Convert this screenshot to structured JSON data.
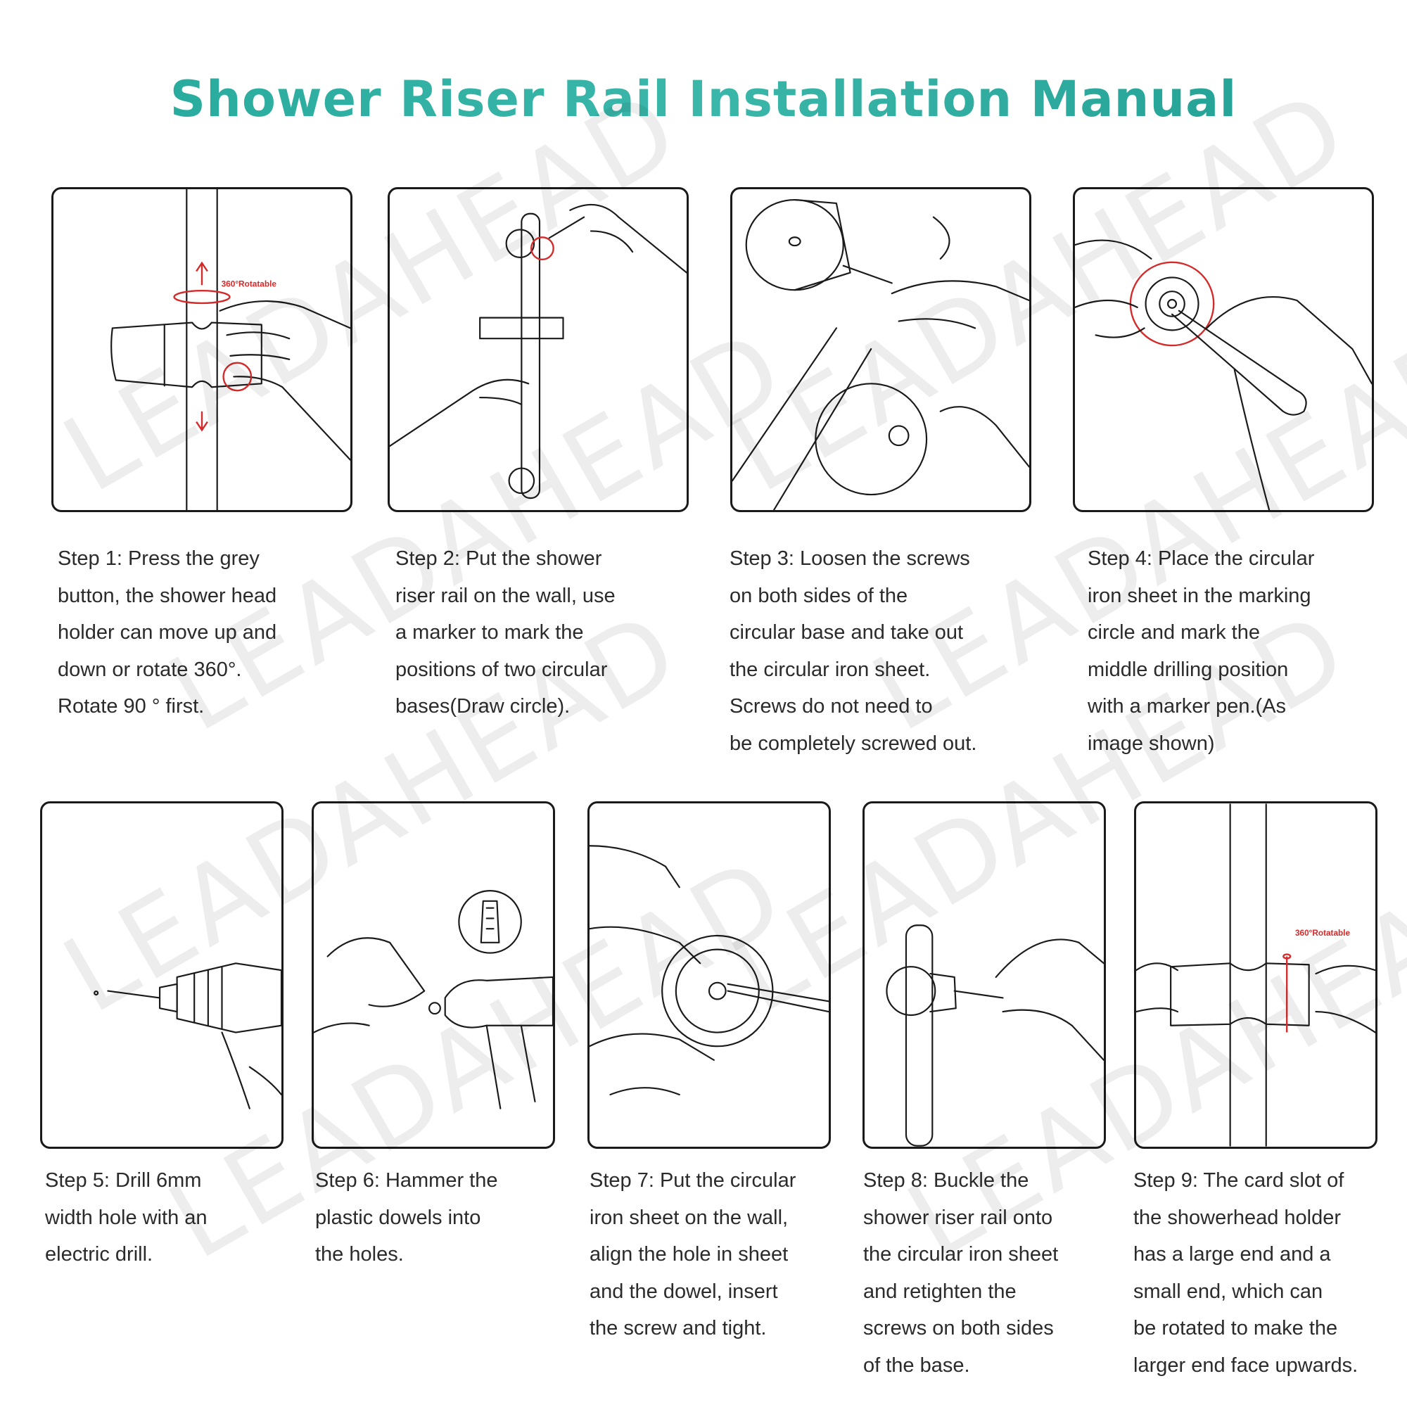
{
  "title": "Shower Riser Rail Installation Manual",
  "watermark": "LEADAHEAD",
  "rotatable_label": "360°Rotatable",
  "colors": {
    "title": "#2aa79a",
    "accent_red": "#d42a2a",
    "line": "#1a1a1a"
  },
  "steps": [
    {
      "id": 1,
      "text": "Step 1: Press the grey\nbutton, the shower head\nholder can move up and\ndown or rotate 360°.\nRotate 90 ° first."
    },
    {
      "id": 2,
      "text": "Step 2: Put the shower\nriser rail on the wall, use\na marker to mark the\npositions of two circular\nbases(Draw circle)."
    },
    {
      "id": 3,
      "text": "Step 3: Loosen the screws\non both sides of the\ncircular base and take out\nthe circular iron sheet.\nScrews do not need to\nbe completely screwed out."
    },
    {
      "id": 4,
      "text": "Step 4: Place the circular\niron sheet in the marking\ncircle and mark the\nmiddle drilling position\nwith a marker pen.(As\nimage shown)"
    },
    {
      "id": 5,
      "text": "Step 5:  Drill 6mm\nwidth hole with an\nelectric drill."
    },
    {
      "id": 6,
      "text": "Step 6: Hammer the\nplastic dowels into\nthe holes."
    },
    {
      "id": 7,
      "text": "Step 7: Put the circular\niron sheet on the wall,\nalign the hole in sheet\nand the dowel, insert\nthe screw and tight."
    },
    {
      "id": 8,
      "text": "Step 8: Buckle the\nshower riser rail onto\nthe circular iron sheet\nand retighten the\nscrews on both sides\nof the base."
    },
    {
      "id": 9,
      "text": "Step 9: The card slot of\nthe showerhead holder\nhas a large end and a\nsmall end, which can\nbe rotated  to make the\nlarger end face upwards."
    }
  ]
}
